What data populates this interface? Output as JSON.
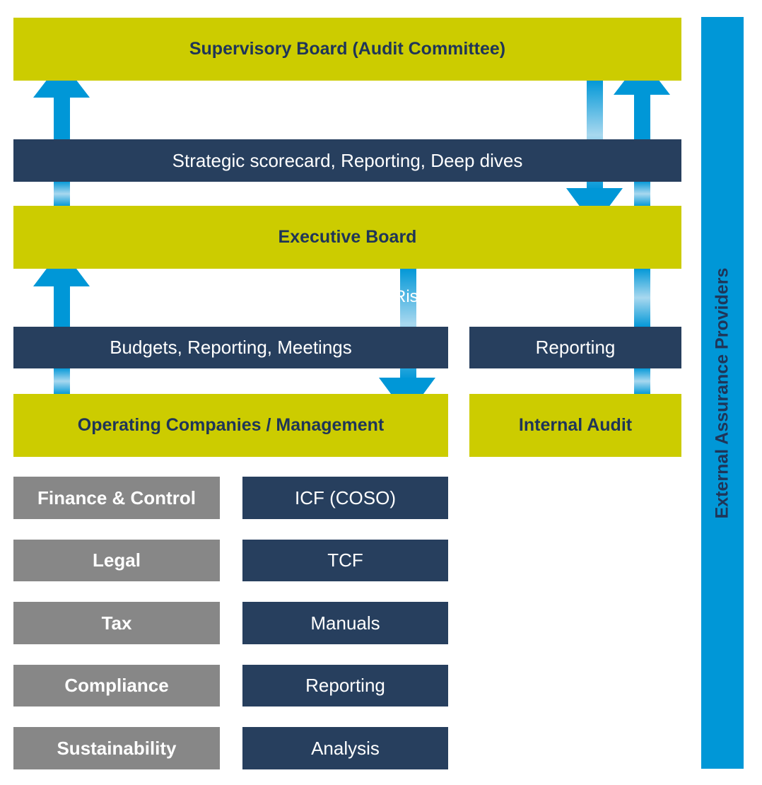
{
  "colors": {
    "lime": "#cccc00",
    "navy": "#273f5e",
    "grey": "#878787",
    "blue": "#0097d7",
    "text_dark": "#1f3558"
  },
  "boards": {
    "supervisory": "Supervisory Board (Audit Committee)",
    "executive": "Executive Board",
    "operating": "Operating Companies / Management",
    "internal_audit": "Internal Audit"
  },
  "reporting_bars": {
    "strategic": "Strategic scorecard, Reporting, Deep dives",
    "budgets": "Budgets, Reporting, Meetings",
    "audit_reporting": "Reporting"
  },
  "hidden_text": "Ris",
  "functions": [
    {
      "name": "Finance & Control",
      "instrument": "ICF (COSO)"
    },
    {
      "name": "Legal",
      "instrument": "TCF"
    },
    {
      "name": "Tax",
      "instrument": "Manuals"
    },
    {
      "name": "Compliance",
      "instrument": "Reporting"
    },
    {
      "name": "Sustainability",
      "instrument": "Analysis"
    }
  ],
  "external": "External Assurance Providers",
  "arrow_icons": [
    "arrow-up-icon",
    "arrow-down-icon"
  ]
}
